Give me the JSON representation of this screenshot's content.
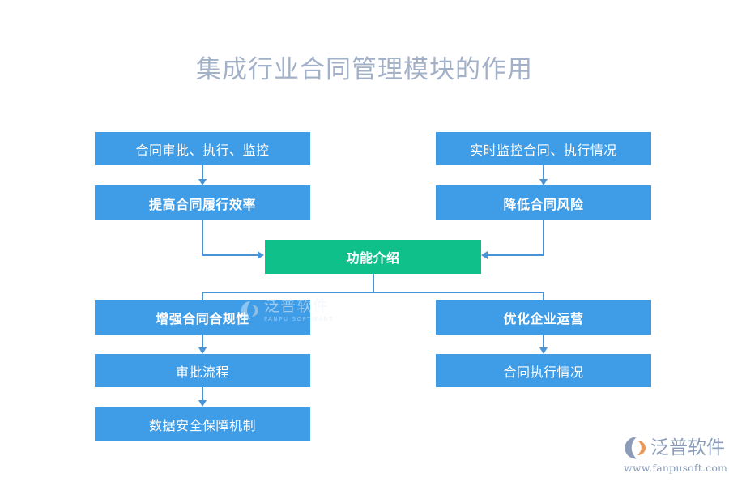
{
  "page": {
    "title": "集成行业合同管理模块的作用",
    "background": "#ffffff",
    "title_color": "#a2b0c8"
  },
  "colors": {
    "box_blue": "#3f9ce7",
    "box_green": "#10c08b",
    "connector": "#4a93d4",
    "box_text": "#ffffff",
    "logo_text": "#8b9cb8",
    "logo_accent": "#e89a5a"
  },
  "diagram": {
    "type": "flowchart",
    "center_node": {
      "label": "功能介绍",
      "color": "#10c08b",
      "bold": true
    },
    "nodes": [
      {
        "id": "n1",
        "label": "合同审批、执行、监控",
        "column": "left",
        "row": 1,
        "bold": false,
        "color": "#3f9ce7"
      },
      {
        "id": "n2",
        "label": "提高合同履行效率",
        "column": "left",
        "row": 2,
        "bold": true,
        "color": "#3f9ce7"
      },
      {
        "id": "n3",
        "label": "实时监控合同、执行情况",
        "column": "right",
        "row": 1,
        "bold": false,
        "color": "#3f9ce7"
      },
      {
        "id": "n4",
        "label": "降低合同风险",
        "column": "right",
        "row": 2,
        "bold": true,
        "color": "#3f9ce7"
      },
      {
        "id": "n5",
        "label": "增强合同合规性",
        "column": "left",
        "row": 3,
        "bold": true,
        "color": "#3f9ce7"
      },
      {
        "id": "n6",
        "label": "审批流程",
        "column": "left",
        "row": 4,
        "bold": false,
        "color": "#3f9ce7"
      },
      {
        "id": "n7",
        "label": "数据安全保障机制",
        "column": "left",
        "row": 5,
        "bold": false,
        "color": "#3f9ce7"
      },
      {
        "id": "n8",
        "label": "优化企业运营",
        "column": "right",
        "row": 3,
        "bold": true,
        "color": "#3f9ce7"
      },
      {
        "id": "n9",
        "label": "合同执行情况",
        "column": "right",
        "row": 4,
        "bold": false,
        "color": "#3f9ce7"
      }
    ],
    "edges": [
      {
        "from": "n1",
        "to": "n2",
        "style": "down"
      },
      {
        "from": "n3",
        "to": "n4",
        "style": "down"
      },
      {
        "from": "n2",
        "to": "center",
        "style": "down-right"
      },
      {
        "from": "n4",
        "to": "center",
        "style": "down-left"
      },
      {
        "from": "center",
        "to": "n5",
        "style": "down-split-left"
      },
      {
        "from": "center",
        "to": "n8",
        "style": "down-split-right"
      },
      {
        "from": "n5",
        "to": "n6",
        "style": "down"
      },
      {
        "from": "n6",
        "to": "n7",
        "style": "down"
      },
      {
        "from": "n8",
        "to": "n9",
        "style": "down"
      }
    ]
  },
  "watermark": {
    "cn": "泛普软件",
    "en": "FANPU SOFTWARE"
  },
  "logo": {
    "cn": "泛普软件",
    "url": "www.fanpusoft.com"
  }
}
